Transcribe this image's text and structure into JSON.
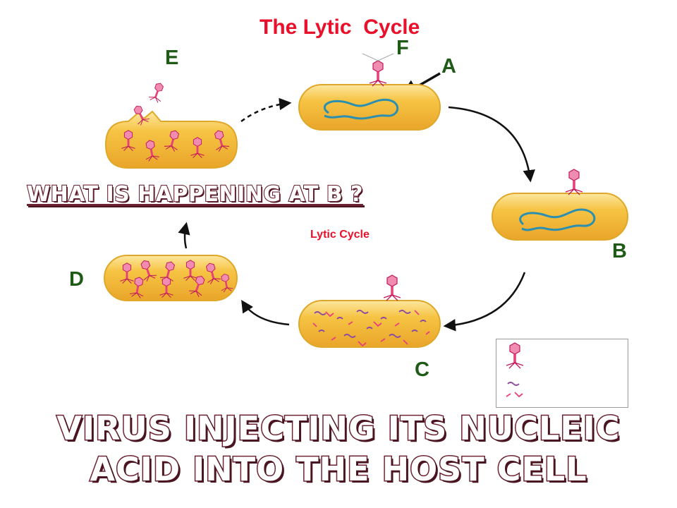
{
  "title": "The Lytic  Cycle",
  "labels": {
    "a": "A",
    "b": "B",
    "c": "C",
    "d": "D",
    "e": "E",
    "f": "F"
  },
  "center_label": "Lytic Cycle",
  "question": "What is happening  at  B ?",
  "answer": {
    "line1": "Virus injecting its nucleic",
    "line2": "acid into the host cell"
  },
  "colors": {
    "title": "#e8102a",
    "labels": "#1f5a17",
    "cell_fill": "#f6c444",
    "cell_edge": "#e0a82a",
    "dna": "#2d8fb0",
    "phage": "#e8407a",
    "wordart_outline": "#6d2232"
  },
  "icons": [
    "bacterium-cell",
    "bacteriophage",
    "viral-dna",
    "cycle-arrow"
  ]
}
